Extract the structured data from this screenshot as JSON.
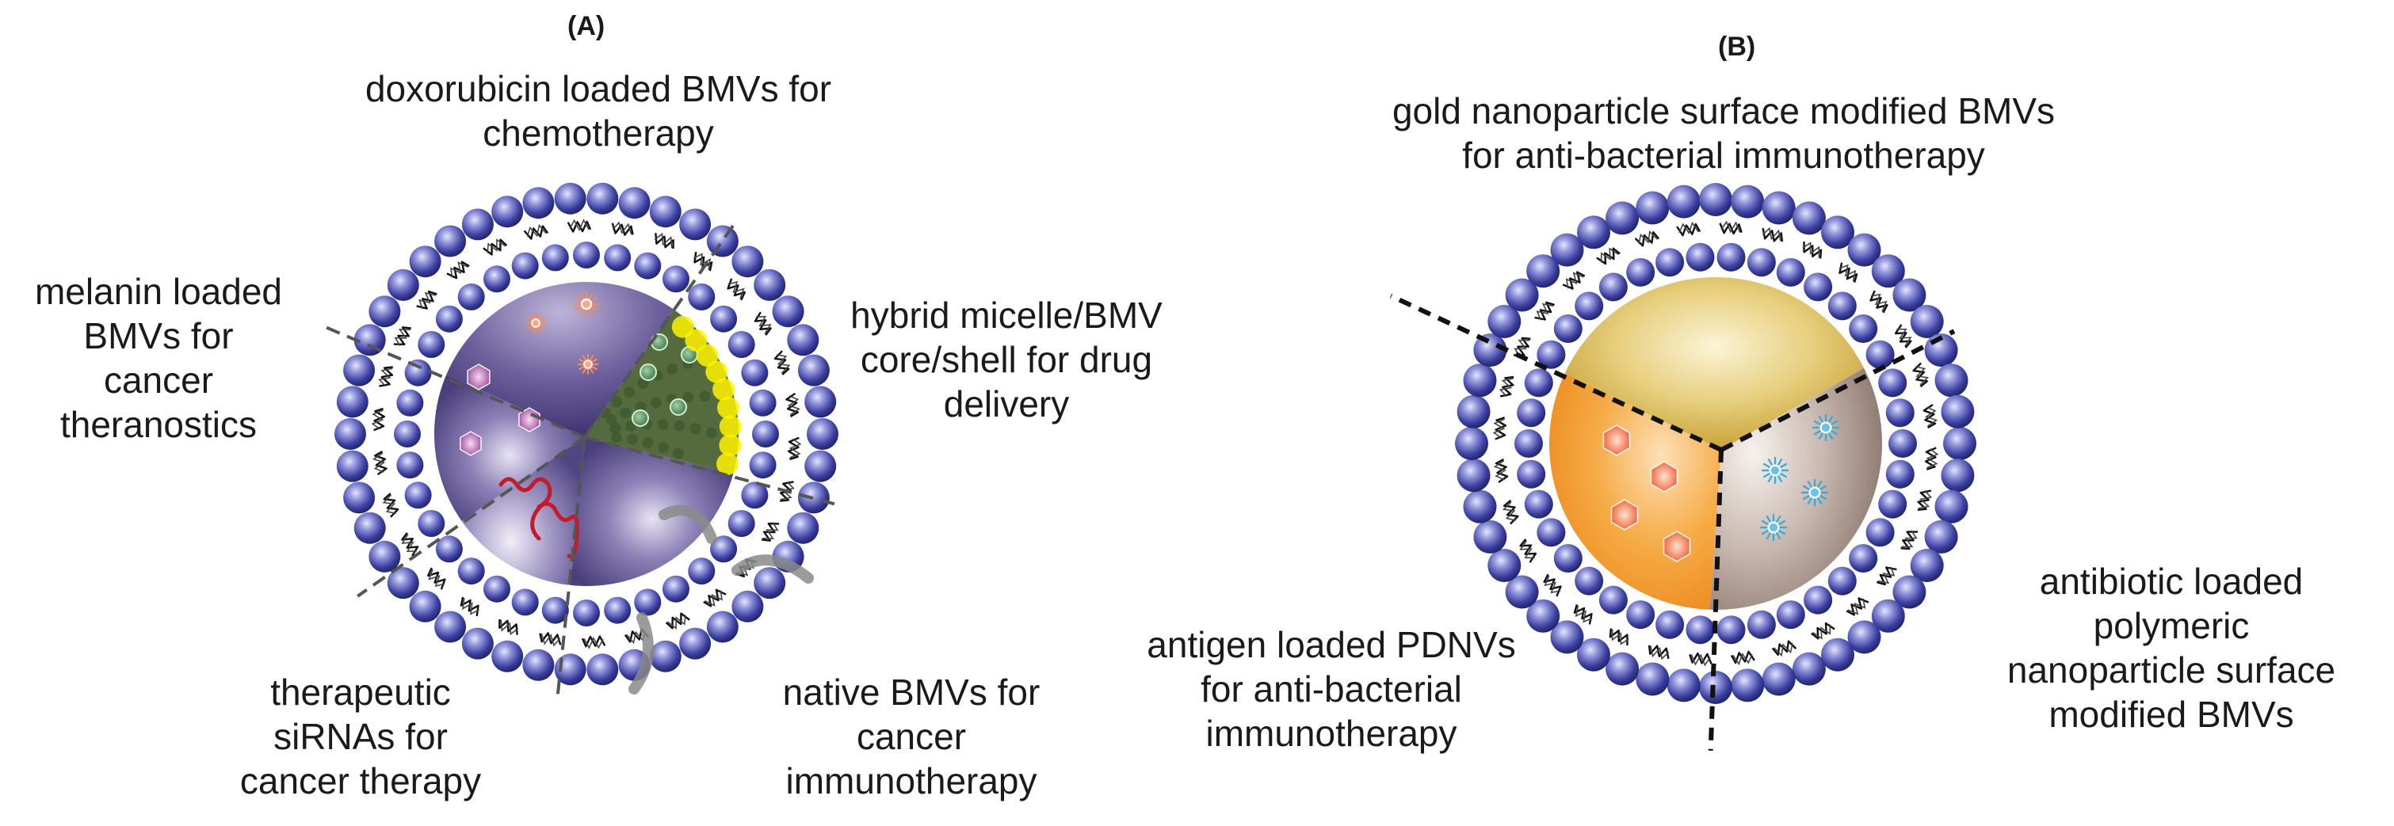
{
  "panel_a": {
    "letter": "(A)",
    "labels": {
      "top": [
        "doxorubicin loaded BMVs for",
        "chemotherapy"
      ],
      "left": [
        "melanin loaded",
        "BMVs for",
        "cancer",
        "theranostics"
      ],
      "right": [
        "hybrid micelle/BMV",
        "core/shell for drug",
        "delivery"
      ],
      "bottom_left": [
        "therapeutic",
        "siRNAs for",
        "cancer therapy"
      ],
      "bottom_right": [
        "native BMVs for",
        "cancer",
        "immunotherapy"
      ]
    }
  },
  "panel_b": {
    "letter": "(B)",
    "labels": {
      "top": [
        "gold nanoparticle surface modified BMVs",
        "for anti-bacterial immunotherapy"
      ],
      "bottom_left": [
        "antigen loaded PDNVs",
        "for anti-bacterial",
        "immunotherapy"
      ],
      "bottom_right": [
        "antibiotic loaded",
        "polymeric",
        "nanoparticle surface",
        "modified BMVs"
      ]
    }
  },
  "colors": {
    "lipid_bead": "#2a2f8f",
    "lipid_bead_light": "#d9dcf7",
    "core_purple": "#6a5c96",
    "gold": "#d6b54a",
    "orange": "#f4a437",
    "taupe": "#a48f86",
    "rna": "#c21b2a",
    "micelle_yellow": "#fff200"
  }
}
